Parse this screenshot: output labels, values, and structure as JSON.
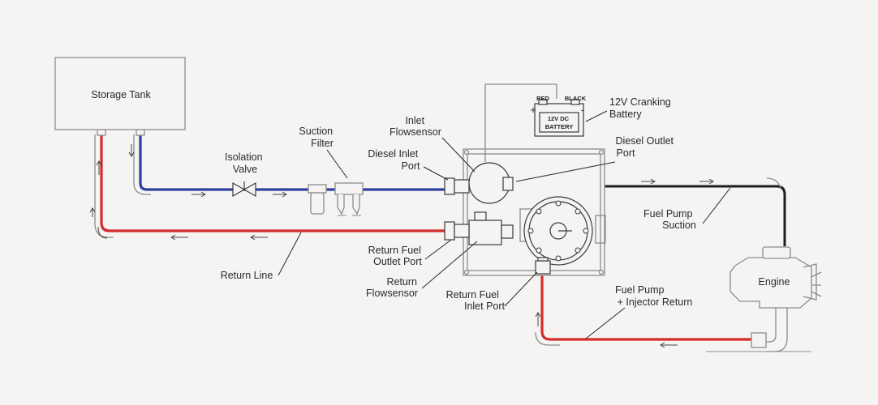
{
  "labels": {
    "storage_tank": "Storage Tank",
    "isolation_valve": [
      "Isolation",
      "Valve"
    ],
    "suction_filter": [
      "Suction",
      "Filter"
    ],
    "inlet_flowsensor": [
      "Inlet",
      "Flowsensor"
    ],
    "diesel_inlet_port": [
      "Diesel Inlet",
      "Port"
    ],
    "battery_title": [
      "12V Cranking",
      "Battery"
    ],
    "battery_face": [
      "12V DC",
      "BATTERY"
    ],
    "battery_red": "RED",
    "battery_black": "BLACK",
    "battery_plus": "+",
    "battery_minus": "-",
    "diesel_outlet_port": [
      "Diesel Outlet",
      "Port"
    ],
    "fuel_pump_suction": [
      "Fuel Pump",
      "Suction"
    ],
    "engine": "Engine",
    "return_fuel_outlet_port": [
      "Return Fuel",
      "Outlet Port"
    ],
    "return_line": "Return Line",
    "return_flowsensor": [
      "Return",
      "Flowsensor"
    ],
    "return_fuel_inlet_port": [
      "Return Fuel",
      "Inlet Port"
    ],
    "fuel_pump_injector_return": [
      "Fuel Pump",
      "+ Injector Return"
    ]
  },
  "colors": {
    "supply_line": "#2f3fa0",
    "return_line": "#d42b2b",
    "suction_line": "#1e1e1e",
    "equipment": "#8c8c8c",
    "background": "#f5f4f2"
  }
}
